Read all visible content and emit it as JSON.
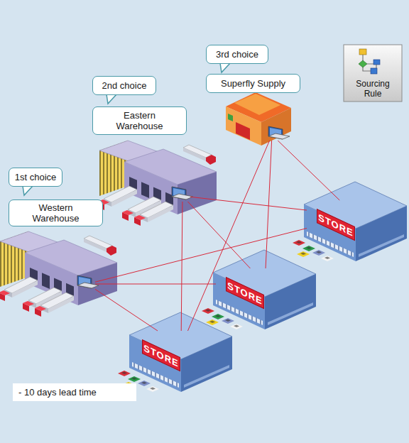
{
  "diagram": {
    "nodes": [
      {
        "text": [
          "3rd choice",
          "Superfly Supply"
        ]
      },
      {
        "text": [
          "Sourcing Rule"
        ]
      },
      {
        "text": [
          "2nd choice",
          "Eastern Warehouse"
        ]
      },
      {
        "text": [
          "1st choice",
          "Western Warehouse"
        ]
      },
      {
        "text": [
          "STORE"
        ]
      },
      {
        "text": [
          "STORE"
        ]
      },
      {
        "text": [
          "STORE"
        ]
      },
      {
        "text": [
          "- 10 days lead time"
        ]
      }
    ],
    "edges": [
      {
        "from": 3,
        "to": 4,
        "arrow": "none"
      },
      {
        "from": 3,
        "to": 5,
        "arrow": "none"
      },
      {
        "from": 3,
        "to": 6,
        "arrow": "none"
      },
      {
        "from": 2,
        "to": 4,
        "arrow": "none"
      },
      {
        "from": 2,
        "to": 5,
        "arrow": "none"
      },
      {
        "from": 2,
        "to": 6,
        "arrow": "none"
      },
      {
        "from": 0,
        "to": 4,
        "arrow": "none"
      },
      {
        "from": 0,
        "to": 5,
        "arrow": "none"
      },
      {
        "from": 0,
        "to": 6,
        "arrow": "none"
      }
    ]
  }
}
